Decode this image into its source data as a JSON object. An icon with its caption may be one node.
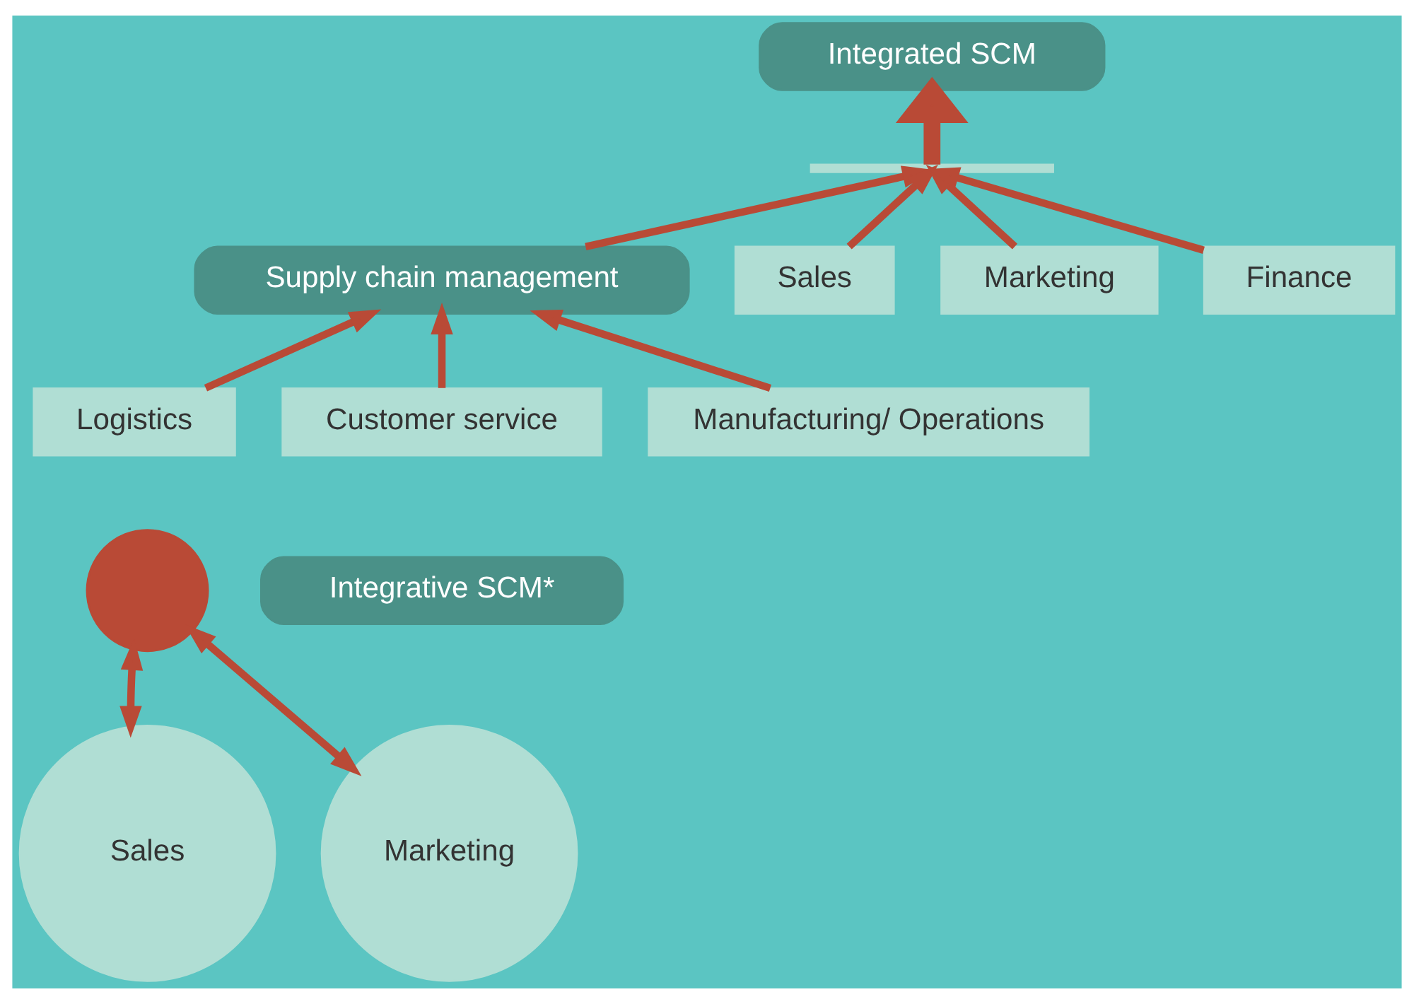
{
  "diagram": {
    "nodes": [
      {
        "text": [
          "Integrated SCM"
        ]
      },
      {
        "text": [],
        "shape": "bar"
      },
      {
        "text": [
          "Supply chain management"
        ]
      },
      {
        "text": [
          "Sales"
        ]
      },
      {
        "text": [
          "Marketing"
        ]
      },
      {
        "text": [
          "Finance"
        ]
      },
      {
        "text": [
          "Logistics"
        ]
      },
      {
        "text": [
          "Customer service"
        ]
      },
      {
        "text": [
          "Manufacturing/ Operations"
        ]
      },
      {
        "text": [
          "Integrative SCM*"
        ]
      },
      {
        "text": [
          "Sales"
        ]
      },
      {
        "text": [
          "Marketing"
        ]
      },
      {
        "text": [],
        "shape": "circle"
      }
    ],
    "edges": [
      {
        "from": 1,
        "to": 0,
        "arrow": "to",
        "style": "thick"
      },
      {
        "from": 2,
        "to": 1,
        "arrow": "to"
      },
      {
        "from": 3,
        "to": 1,
        "arrow": "to"
      },
      {
        "from": 4,
        "to": 1,
        "arrow": "to"
      },
      {
        "from": 5,
        "to": 1,
        "arrow": "to"
      },
      {
        "from": 6,
        "to": 2,
        "arrow": "to"
      },
      {
        "from": 7,
        "to": 2,
        "arrow": "to"
      },
      {
        "from": 8,
        "to": 2,
        "arrow": "to"
      },
      {
        "from": 10,
        "to": 12,
        "arrow": "both"
      },
      {
        "from": 11,
        "to": 12,
        "arrow": "both"
      }
    ]
  }
}
